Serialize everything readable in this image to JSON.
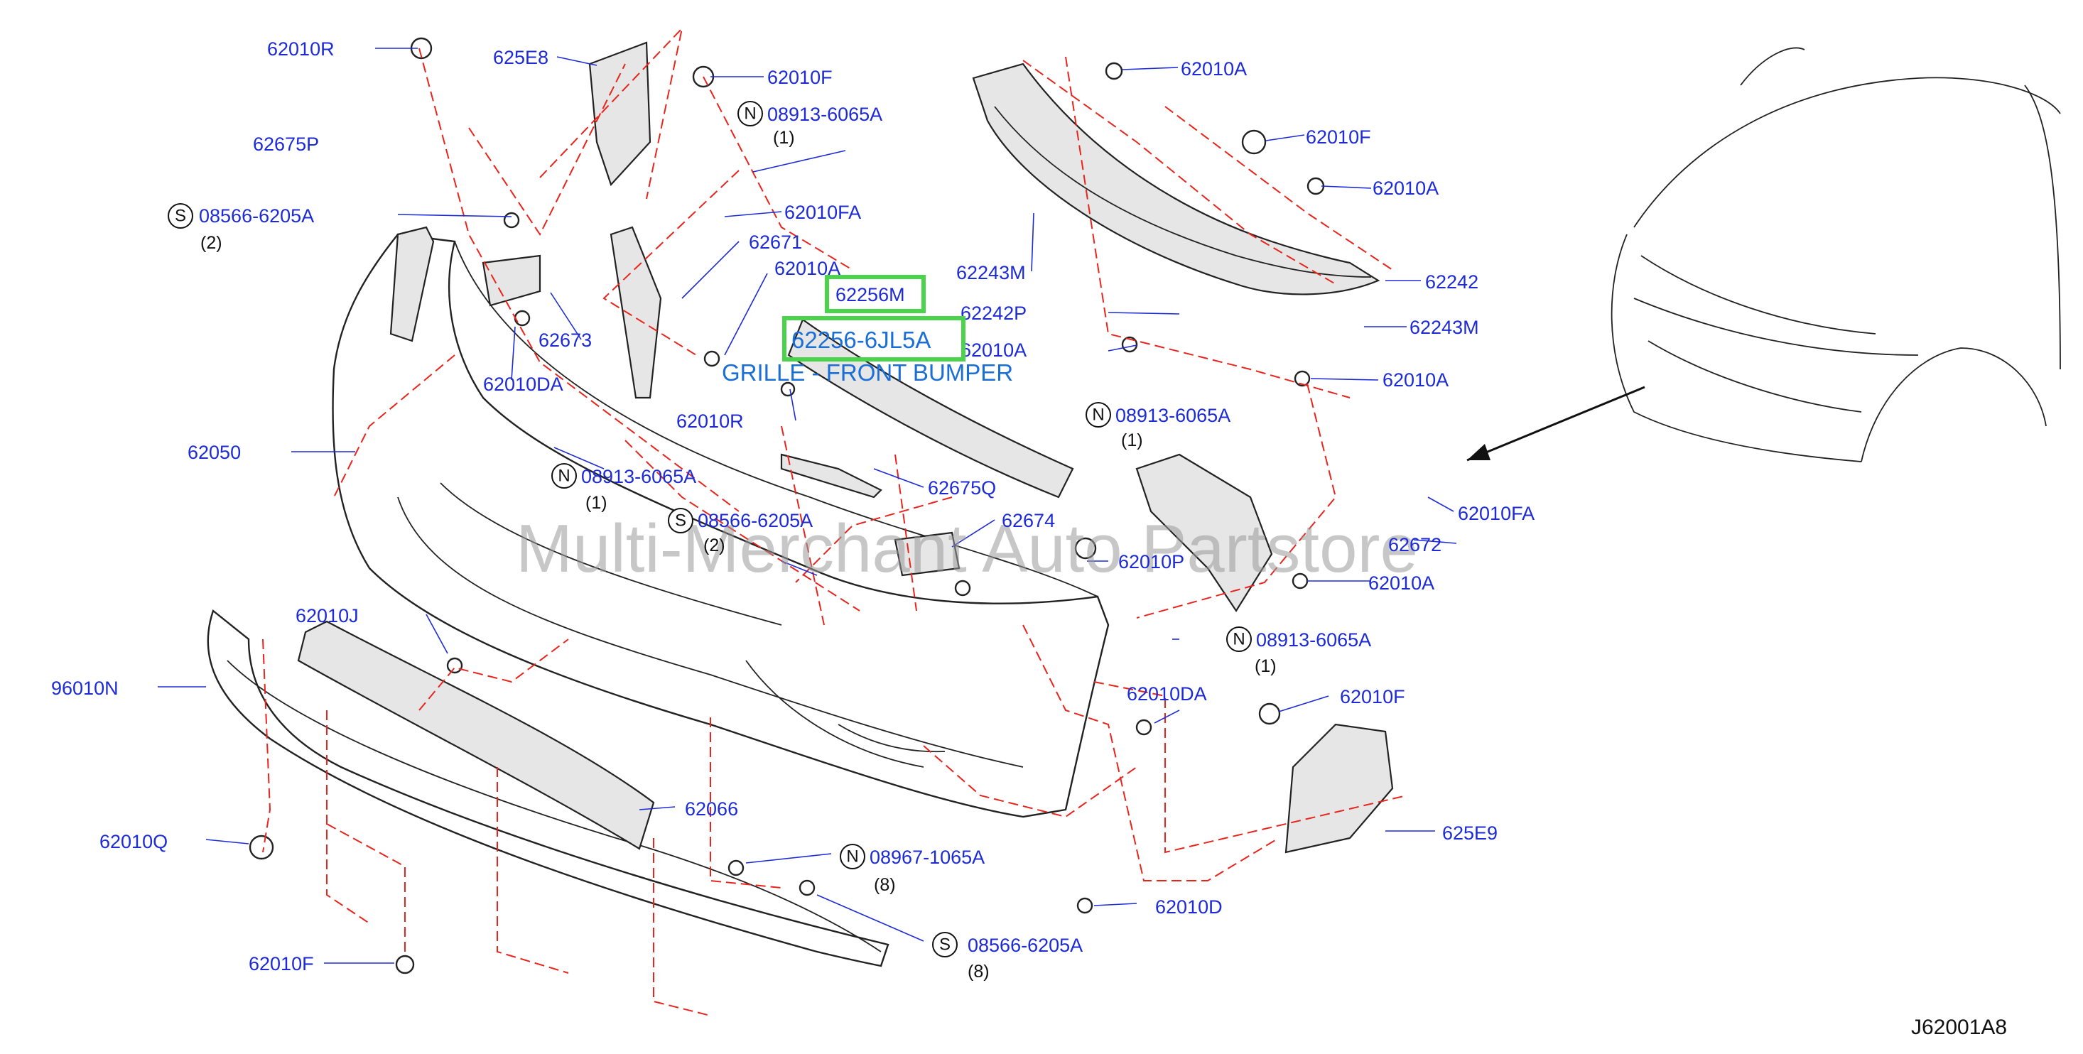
{
  "diagram": {
    "ref_code": "J62001A8",
    "watermark": "Multi-Merchant Auto Partstore",
    "highlight": {
      "part_number": "62256M",
      "part_number_2": "62256-6JL5A",
      "description": "GRILLE - FRONT BUMPER"
    },
    "labels": [
      {
        "text": "62010R"
      },
      {
        "text": "625E8"
      },
      {
        "text": "62010F"
      },
      {
        "text": "08913-6065A"
      },
      {
        "text": "62675P"
      },
      {
        "text": "62010FA"
      },
      {
        "text": "08566-6205A"
      },
      {
        "text": "62671"
      },
      {
        "text": "62010A"
      },
      {
        "text": "62673"
      },
      {
        "text": "62010DA"
      },
      {
        "text": "62050"
      },
      {
        "text": "62010R"
      },
      {
        "text": "08913-6065A"
      },
      {
        "text": "62675Q"
      },
      {
        "text": "08566-6205A"
      },
      {
        "text": "62674"
      },
      {
        "text": "62010A"
      },
      {
        "text": "62010F"
      },
      {
        "text": "62010A"
      },
      {
        "text": "62243M"
      },
      {
        "text": "62242P"
      },
      {
        "text": "62242"
      },
      {
        "text": "62243M"
      },
      {
        "text": "62010A"
      },
      {
        "text": "62010A"
      },
      {
        "text": "08913-6065A"
      },
      {
        "text": "62010FA"
      },
      {
        "text": "62672"
      },
      {
        "text": "62010P"
      },
      {
        "text": "62010A"
      },
      {
        "text": "08913-6065A"
      },
      {
        "text": "62010J"
      },
      {
        "text": "96010N"
      },
      {
        "text": "62010DA"
      },
      {
        "text": "62010F"
      },
      {
        "text": "62066"
      },
      {
        "text": "625E9"
      },
      {
        "text": "62010Q"
      },
      {
        "text": "08967-1065A"
      },
      {
        "text": "62010D"
      },
      {
        "text": "08566-6205A"
      },
      {
        "text": "62010F"
      }
    ],
    "badges": [
      {
        "letter": "N",
        "qty": "(1)"
      },
      {
        "letter": "S",
        "qty": "(2)"
      },
      {
        "letter": "N",
        "qty": "(1)"
      },
      {
        "letter": "S",
        "qty": "(2)"
      },
      {
        "letter": "N",
        "qty": "(1)"
      },
      {
        "letter": "N",
        "qty": "(1)"
      },
      {
        "letter": "N",
        "qty": "(8)"
      },
      {
        "letter": "S",
        "qty": "(8)"
      }
    ]
  }
}
